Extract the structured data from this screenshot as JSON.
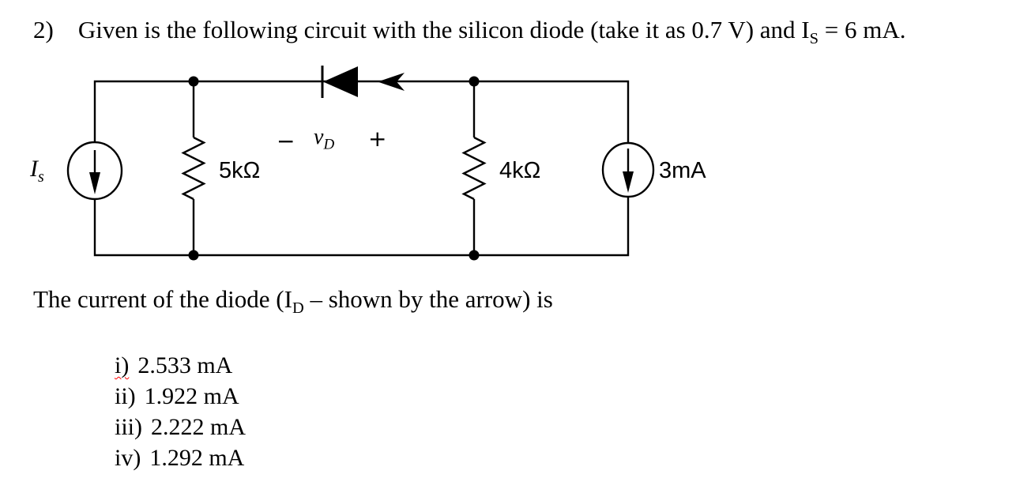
{
  "title": {
    "number": "2)",
    "pre": "Given is the following circuit with the silicon diode (take it as 0.7 V) and I",
    "sub": "S",
    "post": " = 6 mA."
  },
  "circuit": {
    "source_left": {
      "main": "I",
      "sub": "s"
    },
    "resistor_left_label": "5kΩ",
    "diode_voltage": {
      "minus": "−",
      "main": "v",
      "sub": "D",
      "plus": "+"
    },
    "resistor_right_label": "4kΩ",
    "source_right_label": "3mA",
    "icons": {
      "diode": "diode pointing left (cathode bar left)",
      "current_arrow": "current direction arrow pointing left",
      "sources": "independent current sources, arrows pointing down"
    }
  },
  "question": {
    "pre": "The current of the diode (I",
    "sub": "D",
    "post": " – shown by the arrow) is"
  },
  "options": [
    {
      "label": "i)",
      "value": "2.533 mA",
      "spellcheck_underline": true
    },
    {
      "label": "ii)",
      "value": "1.922 mA",
      "spellcheck_underline": false
    },
    {
      "label": "iii)",
      "value": "2.222 mA",
      "spellcheck_underline": false
    },
    {
      "label": "iv)",
      "value": "1.292 mA",
      "spellcheck_underline": false
    }
  ],
  "colors": {
    "ink": "#000000",
    "background": "#ffffff",
    "spellcheck_underline": "#ff0000"
  }
}
